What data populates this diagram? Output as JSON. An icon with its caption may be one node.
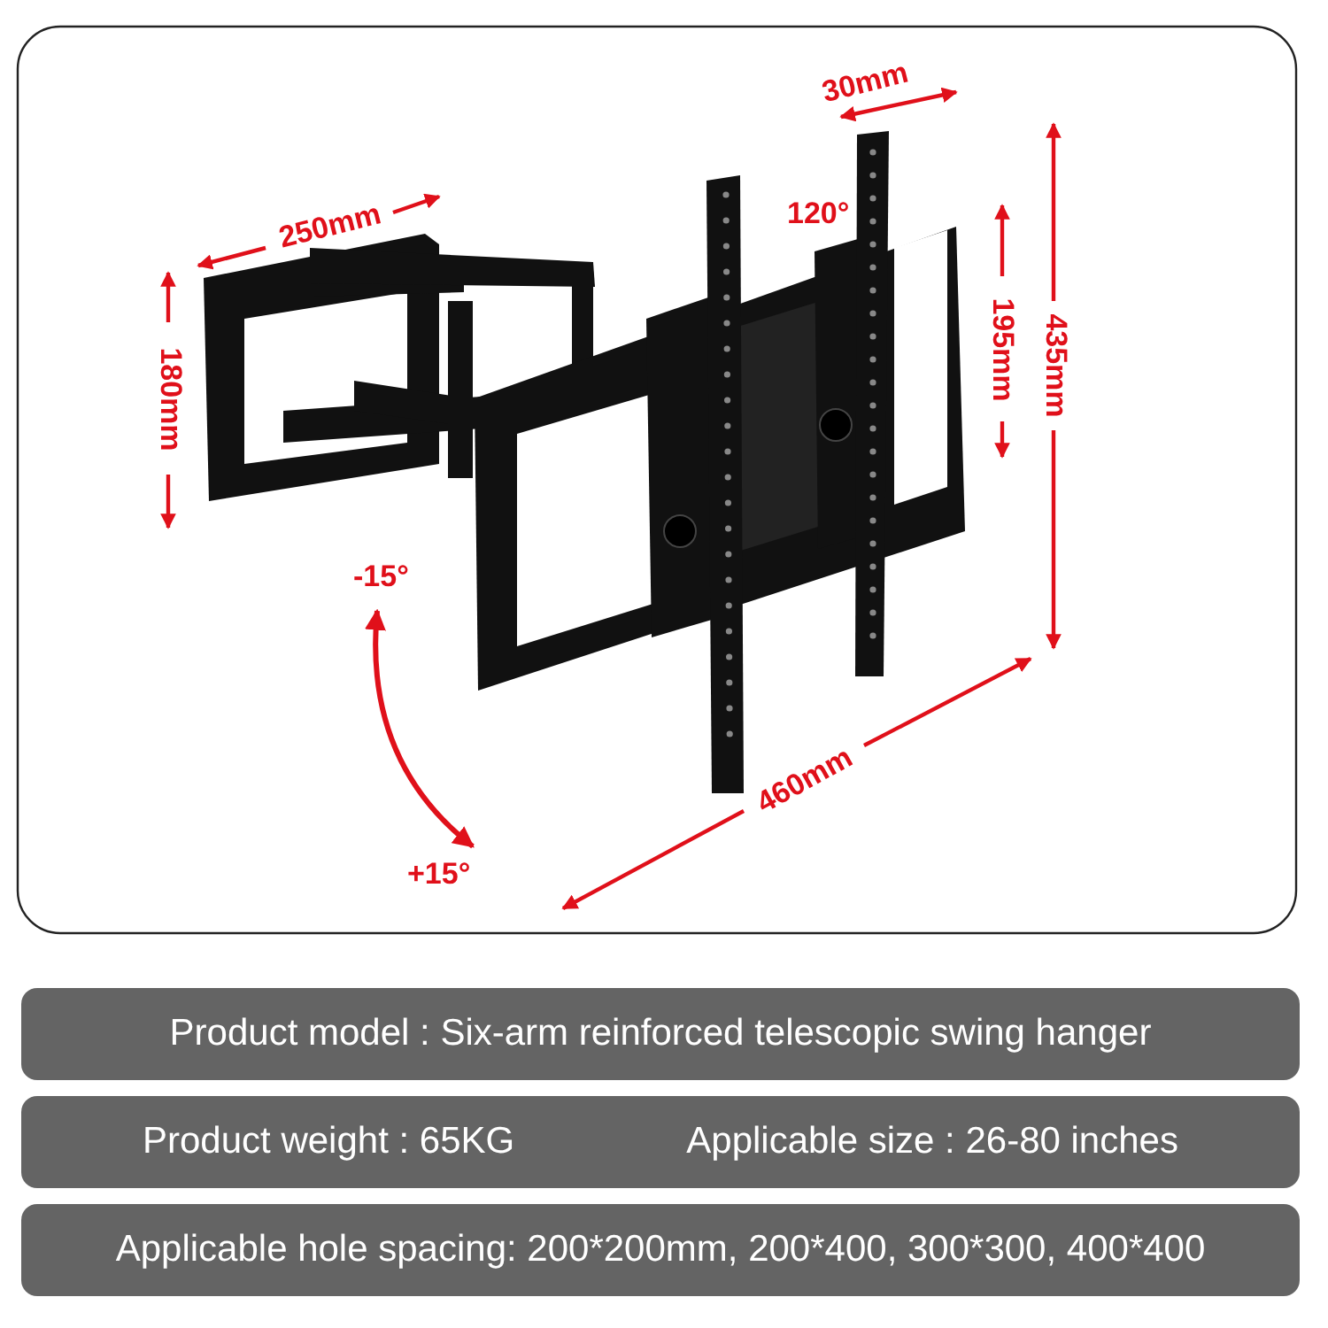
{
  "diagram": {
    "nodes": [
      {
        "text": [
          "Product model : Six-arm reinforced telescopic swing hanger"
        ]
      },
      {
        "text": [
          "Product weight : 65KG",
          "Applicable size : 26-80 inches"
        ]
      },
      {
        "text": [
          "Applicable hole spacing: 200*200mm, 200*400, 300*300, 400*400"
        ]
      }
    ],
    "labels": [
      "30mm",
      "250mm",
      "120°",
      "195mm",
      "435mm",
      "180mm",
      "-15°",
      "460mm",
      "+15°"
    ]
  }
}
